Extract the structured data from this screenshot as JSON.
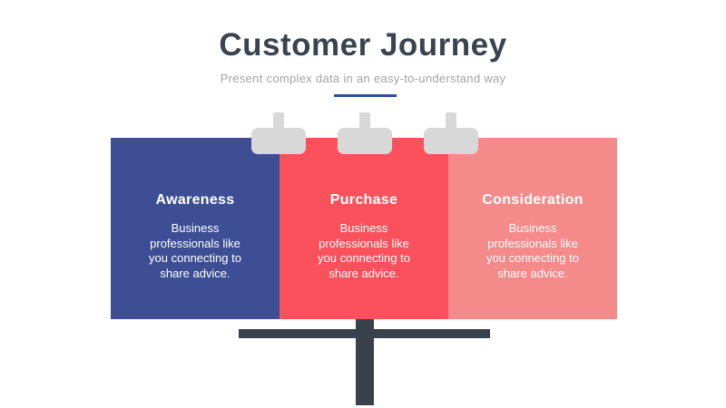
{
  "header": {
    "title": "Customer Journey",
    "subtitle": "Present complex data in an easy-to-understand way"
  },
  "stages": [
    {
      "label": "Awareness",
      "description": "Business professionals like you connecting to share advice.",
      "color": "#3D4E94"
    },
    {
      "label": "Purchase",
      "description": "Business professionals like you connecting to share advice.",
      "color": "#FA515C"
    },
    {
      "label": "Consideration",
      "description": "Business professionals like you connecting to share advice.",
      "color": "#F58A8A"
    }
  ],
  "decor": {
    "clip_icon": "paper-clamp",
    "clip_color": "#D8D8D8",
    "stand_color": "#39414C",
    "divider_color": "#2F4C9E",
    "title_color": "#3A4450",
    "subtitle_color": "#A4A4A4",
    "background_color": "#FFFFFF"
  }
}
